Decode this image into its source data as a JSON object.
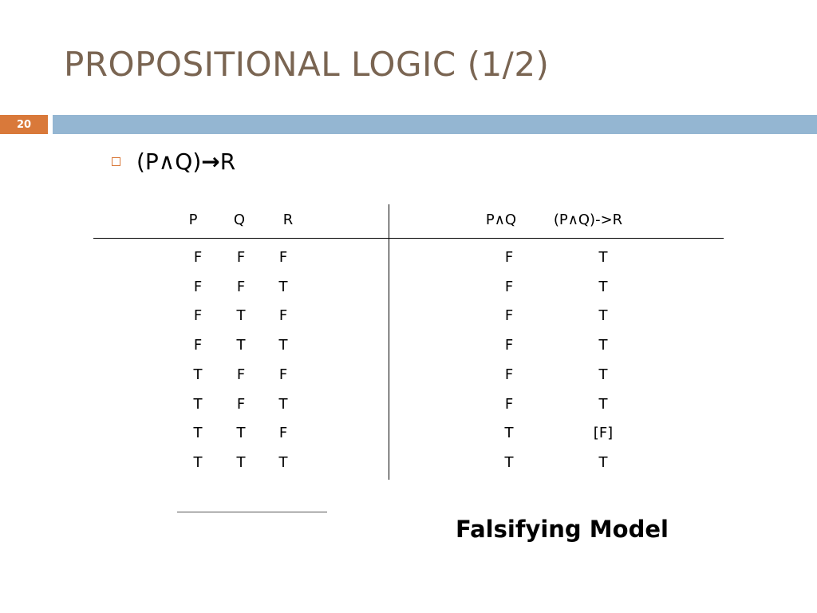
{
  "slide": {
    "title": "PROPOSITIONAL LOGIC (1/2)",
    "number": "20",
    "bullet": {
      "prefix": "(P∧Q)",
      "arrow": "→",
      "suffix": "R"
    },
    "caption": "Falsifying Model"
  },
  "table": {
    "headers": [
      "P",
      "Q",
      "R",
      "P∧Q",
      "(P∧Q)->R"
    ],
    "rows": [
      [
        "F",
        "F",
        "F",
        "F",
        "T"
      ],
      [
        "F",
        "F",
        "T",
        "F",
        "T"
      ],
      [
        "F",
        "T",
        "F",
        "F",
        "T"
      ],
      [
        "F",
        "T",
        "T",
        "F",
        "T"
      ],
      [
        "T",
        "F",
        "F",
        "F",
        "T"
      ],
      [
        "T",
        "F",
        "T",
        "F",
        "T"
      ],
      [
        "T",
        "T",
        "F",
        "T",
        "[F]"
      ],
      [
        "T",
        "T",
        "T",
        "T",
        "T"
      ]
    ]
  }
}
